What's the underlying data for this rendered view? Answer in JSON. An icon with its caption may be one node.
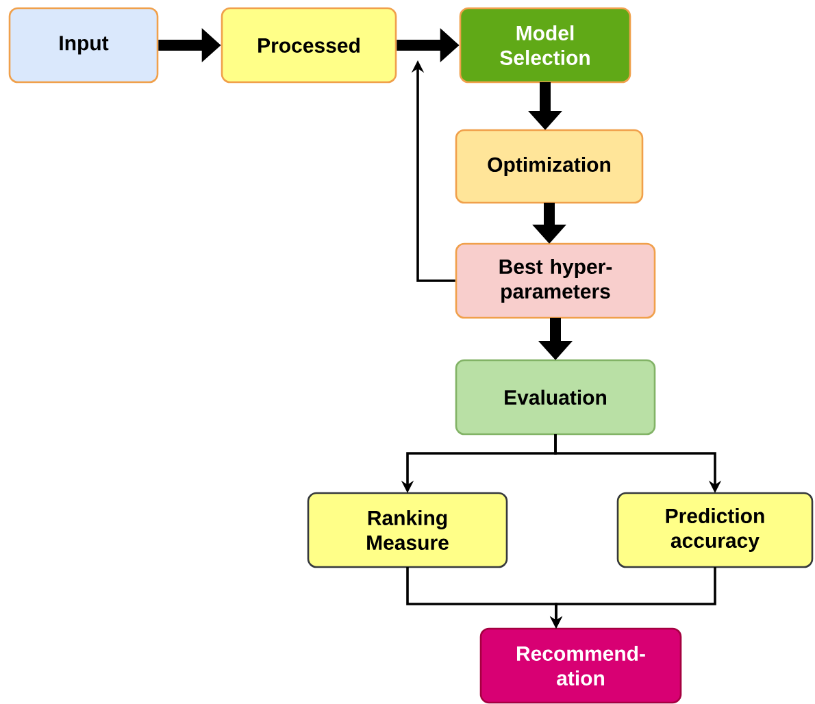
{
  "diagram": {
    "nodes": [
      {
        "text": [
          "Input"
        ]
      },
      {
        "text": [
          "Processed"
        ]
      },
      {
        "text": [
          "Model Selection"
        ]
      },
      {
        "text": [
          "Optimization"
        ]
      },
      {
        "text": [
          "Best hyper- parameters"
        ]
      },
      {
        "text": [
          "Evaluation"
        ]
      },
      {
        "text": [
          "Ranking Measure"
        ]
      },
      {
        "text": [
          "Prediction accuracy"
        ]
      },
      {
        "text": [
          "Recommend- ation"
        ]
      }
    ],
    "edges": [
      {
        "from": 0,
        "to": 1,
        "arrow": "to",
        "style": "thick"
      },
      {
        "from": 1,
        "to": 2,
        "arrow": "to",
        "style": "thick"
      },
      {
        "from": 2,
        "to": 3,
        "arrow": "to",
        "style": "thick"
      },
      {
        "from": 3,
        "to": 4,
        "arrow": "to",
        "style": "thick"
      },
      {
        "from": 4,
        "to": null,
        "arrow": "to"
      },
      {
        "from": 4,
        "to": 5,
        "arrow": "to",
        "style": "thick"
      },
      {
        "from": 5,
        "to": 6,
        "arrow": "to"
      },
      {
        "from": 5,
        "to": 7,
        "arrow": "to"
      },
      {
        "from": 6,
        "to": 8,
        "arrow": "to"
      },
      {
        "from": 7,
        "to": 8,
        "arrow": "to"
      }
    ]
  }
}
